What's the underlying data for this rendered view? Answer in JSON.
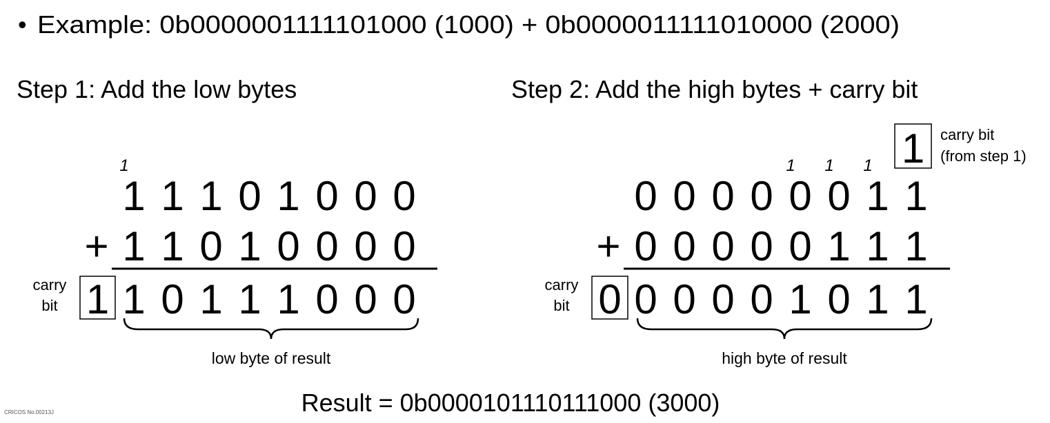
{
  "example": {
    "bullet": "•",
    "text": "Example: 0b0000001111101000 (1000) + 0b0000011111010000 (2000)"
  },
  "step1": {
    "title": "Step 1: Add the low bytes",
    "carries": [
      "1",
      "",
      "",
      "",
      "",
      "",
      "",
      ""
    ],
    "row1": [
      "1",
      "1",
      "1",
      "0",
      "1",
      "0",
      "0",
      "0"
    ],
    "operator": "+",
    "row2": [
      "1",
      "1",
      "0",
      "1",
      "0",
      "0",
      "0",
      "0"
    ],
    "carry_label_line1": "carry",
    "carry_label_line2": "bit",
    "carry_out": "1",
    "result": [
      "1",
      "0",
      "1",
      "1",
      "1",
      "0",
      "0",
      "0"
    ],
    "brace_label": "low byte of result"
  },
  "step2": {
    "title": "Step 2: Add the high bytes + carry bit",
    "carry_in": "1",
    "carry_in_label_line1": "carry bit",
    "carry_in_label_line2": "(from step 1)",
    "carries": [
      "",
      "",
      "",
      "",
      "1",
      "1",
      "1",
      ""
    ],
    "row1": [
      "0",
      "0",
      "0",
      "0",
      "0",
      "0",
      "1",
      "1"
    ],
    "operator": "+",
    "row2": [
      "0",
      "0",
      "0",
      "0",
      "0",
      "1",
      "1",
      "1"
    ],
    "carry_label_line1": "carry",
    "carry_label_line2": "bit",
    "carry_out": "0",
    "result": [
      "0",
      "0",
      "0",
      "0",
      "1",
      "0",
      "1",
      "1"
    ],
    "brace_label": "high byte of result"
  },
  "result_line": "Result = 0b0000101110111000 (3000)",
  "footer": "CRICOS No.00213J"
}
